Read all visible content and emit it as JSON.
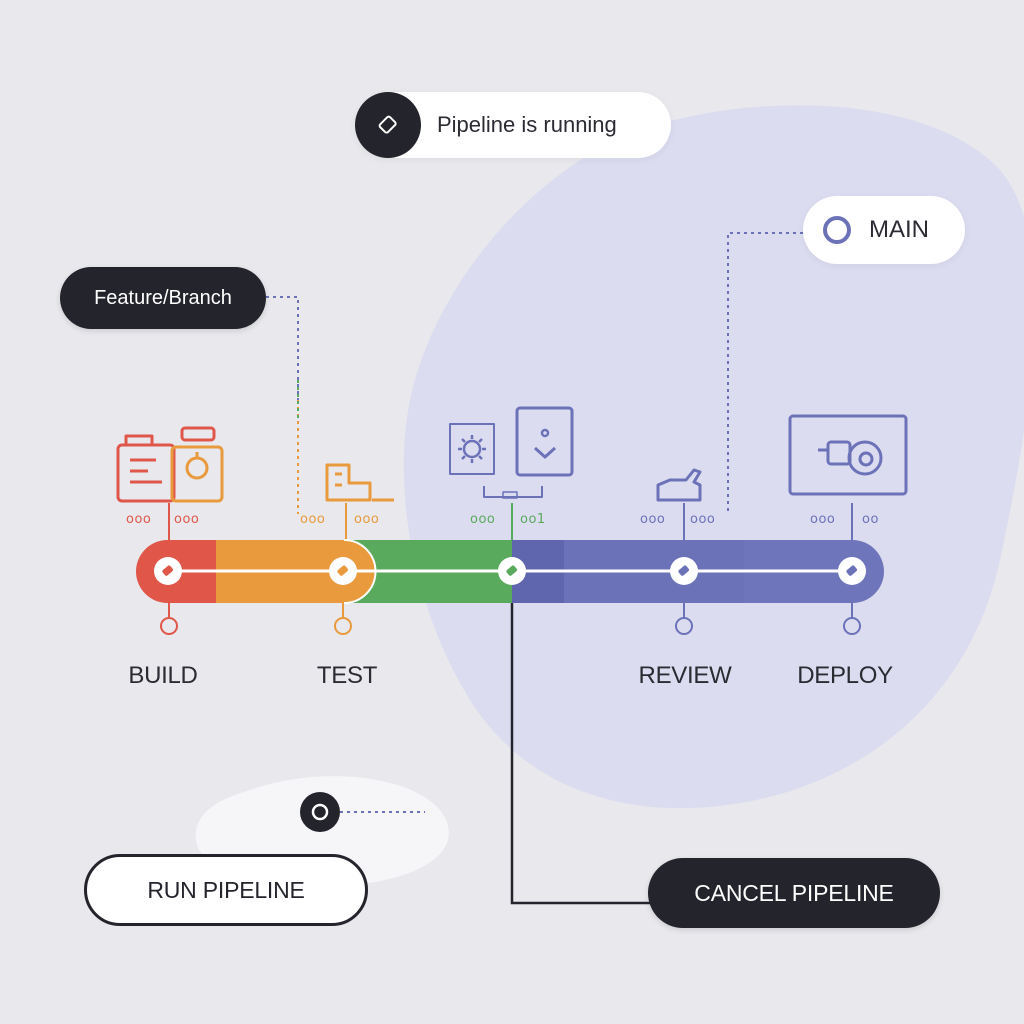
{
  "status": {
    "text": "Pipeline is running",
    "icon": "tag-icon"
  },
  "branches": {
    "feature": "Feature/Branch",
    "main": "MAIN"
  },
  "stages": [
    {
      "name": "BUILD",
      "color": "#e0574a",
      "icon": "build-machine-icon",
      "markers": [
        "ooo",
        "ooo"
      ],
      "status": "complete"
    },
    {
      "name": "TEST",
      "color": "#e89a3c",
      "icon": "test-boot-icon",
      "markers": [
        "ooo",
        "ooo"
      ],
      "status": "complete"
    },
    {
      "name": "",
      "color": "#5aaa5e",
      "icon": "integration-icon",
      "markers": [
        "ooo",
        "oo1"
      ],
      "status": "running"
    },
    {
      "name": "REVIEW",
      "color": "#6b72b8",
      "icon": "thumbs-up-icon",
      "markers": [
        "ooo",
        "ooo"
      ],
      "status": "pending"
    },
    {
      "name": "DEPLOY",
      "color": "#6b72b8",
      "icon": "deploy-camera-icon",
      "markers": [
        "ooo",
        "oo"
      ],
      "status": "pending"
    }
  ],
  "actions": {
    "run": "RUN PIPELINE",
    "cancel": "CANCEL PIPELINE"
  },
  "colors": {
    "background": "#e8e8ed",
    "blob": "#dcdcf0",
    "dark": "#24242c",
    "build": "#e0574a",
    "test": "#e89a3c",
    "integrate": "#5aaa5e",
    "review": "#6b72b8"
  }
}
